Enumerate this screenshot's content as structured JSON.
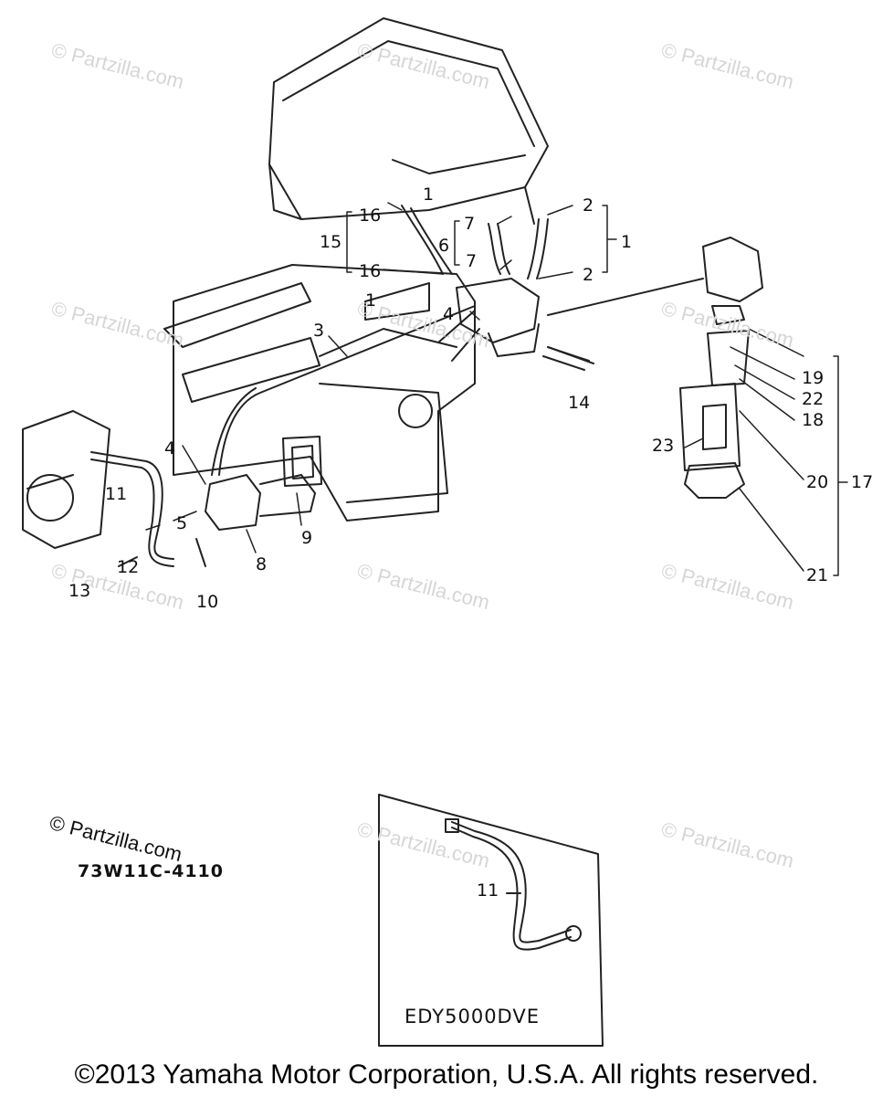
{
  "watermark": "© Partzilla.com",
  "callouts": {
    "c1_top": "1",
    "c16_a": "16",
    "c15": "15",
    "c16_b": "16",
    "c7_a": "7",
    "c6": "6",
    "c7_b": "7",
    "c2_a": "2",
    "c1_right": "1",
    "c2_b": "2",
    "c1_tank": "1",
    "c4_a": "4",
    "c3": "3",
    "c14": "14",
    "c4_b": "4",
    "c11": "11",
    "c5": "5",
    "c12": "12",
    "c13": "13",
    "c10": "10",
    "c8": "8",
    "c9": "9",
    "c19": "19",
    "c22": "22",
    "c18": "18",
    "c23": "23",
    "c20": "20",
    "c17": "17",
    "c21": "21",
    "c11_inset": "11"
  },
  "diagram_code": "73W11C-4110",
  "logo_text": "© Partzilla.com",
  "inset_label": "EDY5000DVE",
  "copyright": "©2013 Yamaha Motor Corporation, U.S.A. All rights reserved."
}
